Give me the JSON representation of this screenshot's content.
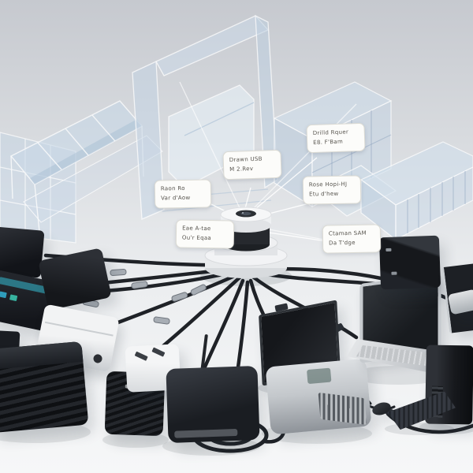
{
  "meta": {
    "kind": "illustration",
    "description": "Isometric render: many computing devices (mini PCs, adapters, laptop, monitor, tower) wired with black cables into one central cylindrical hub; translucent blueprint structures behind; small handwritten-style callout labels with decorative pseudo-text."
  },
  "colors": {
    "background_top": "#c6c9cf",
    "background_bottom": "#f6f7f8",
    "blueprint_fill": "#c3d4e4",
    "blueprint_line": "#ffffff",
    "device_dark": "#17191d",
    "device_silver": "#c6cacf",
    "device_white": "#f1f2f3",
    "cable": "#1f2227",
    "connector_silver": "#a7adb4",
    "label_background": "#fcfcfa",
    "label_border": "#dcdbd4",
    "label_text": "#56534d",
    "accent_teal": "#2e8696"
  },
  "labels": [
    {
      "line1": "Raon Ro",
      "line2": "Var d'Aow"
    },
    {
      "line1": "Drawn USB",
      "line2": "M 2.Rev"
    },
    {
      "line1": "Drilld Rquer",
      "line2": "E8. F'Bam"
    },
    {
      "line1": "Rose Hopi-HJ",
      "line2": "Etu d'hew"
    },
    {
      "line1": "Eae A-tae",
      "line2": "Ou'r Eqaa"
    },
    {
      "line1": "Ctaman SAM",
      "line2": "Da T'dge"
    }
  ],
  "hub": {
    "name": "central cable hub"
  },
  "devices": [
    {
      "name": "io-box-top-left"
    },
    {
      "name": "capture-box-left"
    },
    {
      "name": "power-adapter-brick"
    },
    {
      "name": "small-box-left-edge"
    },
    {
      "name": "white-mini-converter"
    },
    {
      "name": "ribbed-media-box"
    },
    {
      "name": "ribbed-mini-cube"
    },
    {
      "name": "white-plug-adapter"
    },
    {
      "name": "mini-pc-with-antenna"
    },
    {
      "name": "coiled-cable"
    },
    {
      "name": "desktop-monitor"
    },
    {
      "name": "silver-mini-pc"
    },
    {
      "name": "laptop"
    },
    {
      "name": "black-cube-box"
    },
    {
      "name": "edge-monitor-right"
    },
    {
      "name": "silver-dongle-right"
    },
    {
      "name": "desktop-tower"
    },
    {
      "name": "keyboard"
    },
    {
      "name": "mouse"
    }
  ],
  "background_structures": [
    {
      "name": "grid-wall"
    },
    {
      "name": "glass-canopy-frame"
    },
    {
      "name": "open-tower-frame"
    },
    {
      "name": "container-rack-a"
    },
    {
      "name": "container-rack-b"
    }
  ]
}
